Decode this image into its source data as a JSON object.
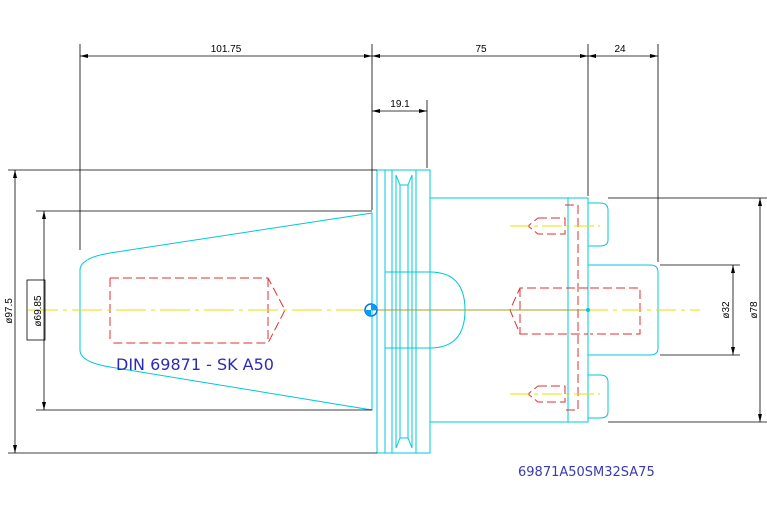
{
  "drawing": {
    "standard_label": "DIN 69871 - SK A50",
    "part_code": "69871A50SM32SA75",
    "dimensions": {
      "length_taper": "101.75",
      "length_body": "75",
      "length_shank": "24",
      "flange_width": "19.1",
      "dia_flange": "ø97.5",
      "dia_taper": "ø69.85",
      "dia_body": "ø78",
      "dia_bore": "ø32"
    },
    "colors": {
      "outline": "#00c8d8",
      "hidden": "#e03030",
      "centerline": "#e8e000",
      "dimension": "#000000",
      "label": "#2b2bb8"
    }
  }
}
